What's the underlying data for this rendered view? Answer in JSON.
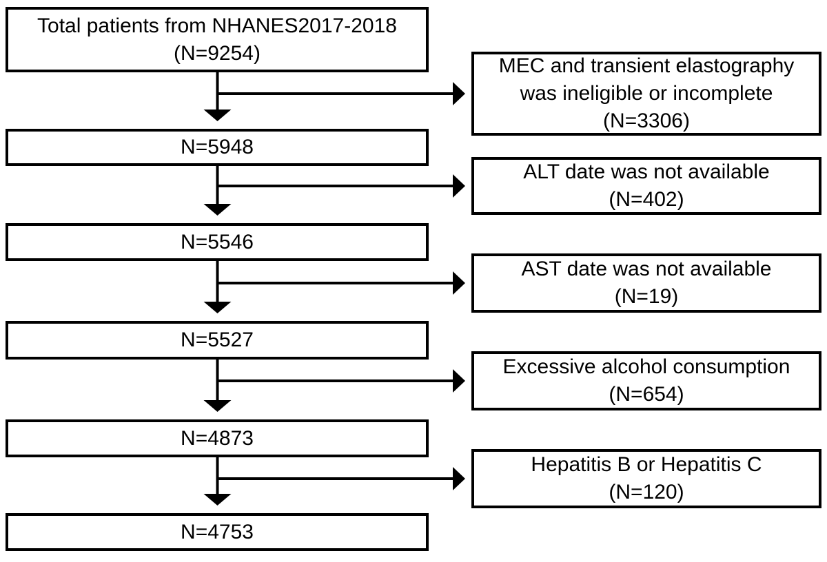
{
  "flow": {
    "main_boxes": [
      {
        "n": 9254,
        "lines": [
          "Total patients from NHANES2017-2018",
          "(N=9254)"
        ]
      },
      {
        "n": 5948,
        "lines": [
          "N=5948"
        ]
      },
      {
        "n": 5546,
        "lines": [
          "N=5546"
        ]
      },
      {
        "n": 5527,
        "lines": [
          "N=5527"
        ]
      },
      {
        "n": 4873,
        "lines": [
          "N=4873"
        ]
      },
      {
        "n": 4753,
        "lines": [
          "N=4753"
        ]
      }
    ],
    "exclusion_boxes": [
      {
        "n": 3306,
        "lines": [
          "MEC and transient elastography",
          "was ineligible or incomplete",
          "(N=3306)"
        ]
      },
      {
        "n": 402,
        "lines": [
          "ALT date was not available",
          "(N=402)"
        ]
      },
      {
        "n": 19,
        "lines": [
          "AST date was not available",
          "(N=19)"
        ]
      },
      {
        "n": 654,
        "lines": [
          "Excessive alcohol consumption",
          "(N=654)"
        ]
      },
      {
        "n": 120,
        "lines": [
          "Hepatitis B or Hepatitis C",
          "(N=120)"
        ]
      }
    ]
  },
  "colors": {
    "background": "#ffffff",
    "box_border": "#000000",
    "text": "#000000",
    "arrow": "#000000"
  }
}
